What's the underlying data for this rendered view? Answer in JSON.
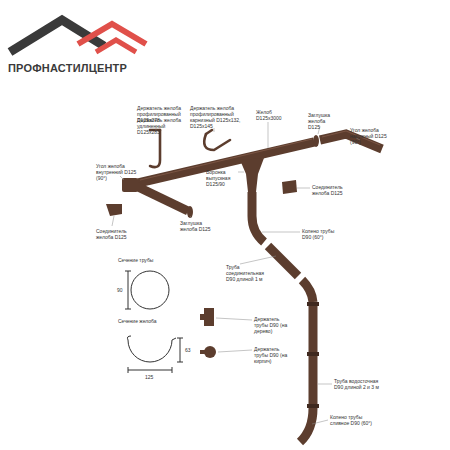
{
  "diagram": {
    "labels": [
      "ПРОФНАСТИЛЦЕНТР",
      "Держатель желоба профилированный D125x278",
      "Держатель желоба удлиненный D125x283",
      "Держатель желоба профилированный карнизный D125x132, D125x145",
      "Желоб D125x3000",
      "Заглушка желоба D125",
      "Угол желоба наружный D125 (90°)",
      "Угол желоба внутренний D125 (90°)",
      "Воронка выпускная D125/90",
      "Соединитель желоба D125",
      "Соединитель желоба D125",
      "Заглушка желоба D125",
      "Колено трубы D90 (60°)",
      "Труба соединительная D90 длиной 1 м",
      "Сечение трубы",
      "90",
      "Сечение желоба",
      "125",
      "63",
      "Держатель трубы D90 (на дерево)",
      "Держатель трубы D90 (на кирпич)",
      "Труба водосточная D90 длиной 2 и 3 м",
      "Колено трубы сливное D90 (60°)"
    ]
  }
}
